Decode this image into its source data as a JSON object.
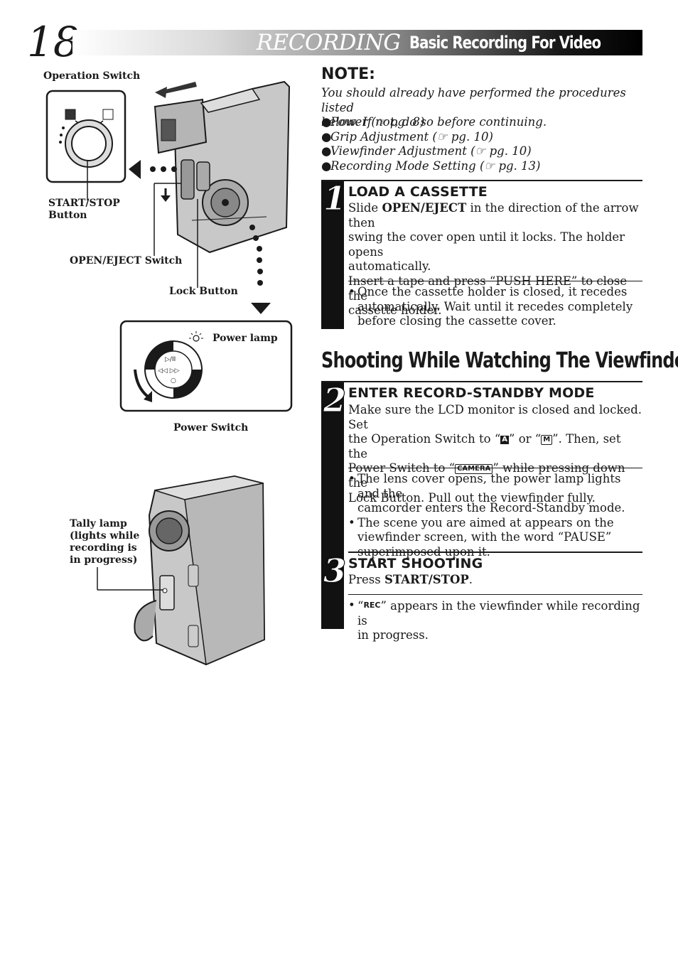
{
  "header": {
    "page_number": "18",
    "section": "RECORDING",
    "subtitle": "Basic Recording For Video"
  },
  "figure_labels": {
    "operation_switch": "Operation Switch",
    "start_stop_line1": "START/STOP",
    "start_stop_line2": "Button",
    "open_eject": "OPEN/EJECT Switch",
    "lock_button": "Lock Button",
    "power_lamp": "Power lamp",
    "power_switch": "Power Switch",
    "tally_line1": "Tally lamp",
    "tally_line2": "(lights while",
    "tally_line3": "recording is",
    "tally_line4": "in progress)"
  },
  "note": {
    "heading": "NOTE:",
    "intro_line1": "You should already have performed the procedures listed",
    "intro_line2": "below. If not, do so before continuing.",
    "items": [
      "Power (☞ pg. 8)",
      "Grip Adjustment (☞ pg. 10)",
      "Viewfinder Adjustment (☞ pg. 10)",
      "Recording Mode Setting (☞ pg. 13)"
    ]
  },
  "step1": {
    "number": "1",
    "heading": "LOAD A CASSETTE",
    "p1_pre": "Slide ",
    "p1_bold": "OPEN/EJECT",
    "p1_post": " in the direction of the arrow then",
    "p1_line2": "swing the cover open until it locks. The holder opens",
    "p1_line3": "automatically.",
    "p2_line1": "Insert a tape and press “PUSH HERE” to close the",
    "p2_line2": "cassette holder.",
    "bullet_line1": "Once the cassette holder is closed, it recedes",
    "bullet_line2": "automatically. Wait until it recedes completely",
    "bullet_line3": "before closing the cassette cover."
  },
  "section_title": "Shooting While Watching The Viewfinder",
  "step2": {
    "number": "2",
    "heading": "ENTER RECORD-STANDBY MODE",
    "line1": "Make sure the LCD monitor is closed and locked. Set",
    "line2_a": "the Operation Switch to “",
    "tag_a": "A",
    "line2_b": "” or “",
    "tag_m": "M",
    "line2_c": "”. Then, set the",
    "line3_a": "Power Switch to “",
    "tag_camera": "CAMERA",
    "line3_b": "” while pressing down the",
    "line4": "Lock Button. Pull out the viewfinder fully.",
    "b1_line1": "The lens cover opens, the power lamp lights and the",
    "b1_line2": "camcorder enters the Record-Standby mode.",
    "b2_line1": "The scene you are aimed at appears on the",
    "b2_line2": "viewfinder screen, with the word “PAUSE”",
    "b2_line3": "superimposed upon it."
  },
  "step3": {
    "number": "3",
    "heading": "START SHOOTING",
    "press_pre": "Press ",
    "press_bold": "START/STOP",
    "press_post": ".",
    "b_pre": "“",
    "rec_tag": "REC",
    "b_post": "” appears in the viewfinder while recording is",
    "b_line2": "in progress."
  }
}
